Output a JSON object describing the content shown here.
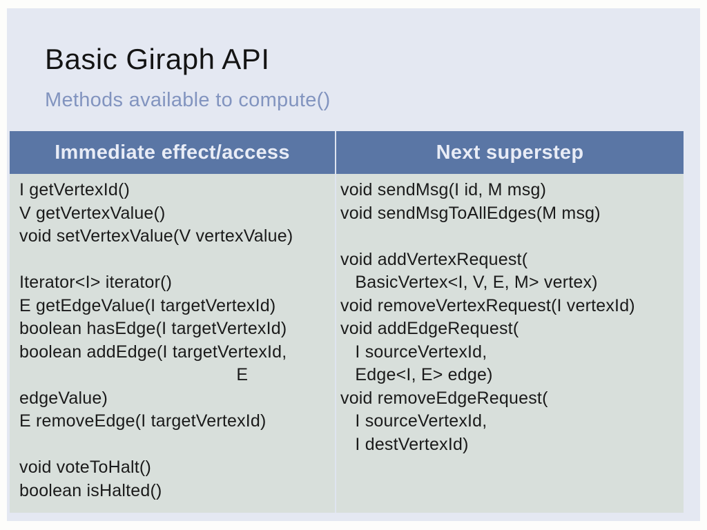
{
  "slide": {
    "title": "Basic Giraph API",
    "subtitle": "Methods available to compute()"
  },
  "table": {
    "columns": [
      {
        "header": "Immediate effect/access",
        "lines": [
          "I getVertexId()",
          "V getVertexValue()",
          "void setVertexValue(V vertexValue)",
          "",
          "Iterator<I> iterator()",
          "E getEdgeValue(I targetVertexId)",
          "boolean hasEdge(I targetVertexId)",
          "boolean addEdge(I targetVertexId,",
          "                                            E",
          "edgeValue)",
          "E removeEdge(I targetVertexId)",
          "",
          "void voteToHalt()",
          "boolean isHalted()"
        ]
      },
      {
        "header": "Next superstep",
        "lines": [
          "void sendMsg(I id, M msg)",
          "void sendMsgToAllEdges(M msg)",
          "",
          "void addVertexRequest(",
          "   BasicVertex<I, V, E, M> vertex)",
          "void removeVertexRequest(I vertexId)",
          "void addEdgeRequest(",
          "   I sourceVertexId,",
          "   Edge<I, E> edge)",
          "void removeEdgeRequest(",
          "   I sourceVertexId,",
          "   I destVertexId)",
          "",
          ""
        ]
      }
    ]
  },
  "colors": {
    "page_bg": "#fdfdfb",
    "slide_bg": "#e4e8f2",
    "header_bg": "#5a76a5",
    "header_text": "#e8ecf6",
    "cell_bg": "#d8dfdb",
    "body_text": "#1a1a1a",
    "subtitle_text": "#8294bf",
    "divider": "#dfe5f0"
  }
}
